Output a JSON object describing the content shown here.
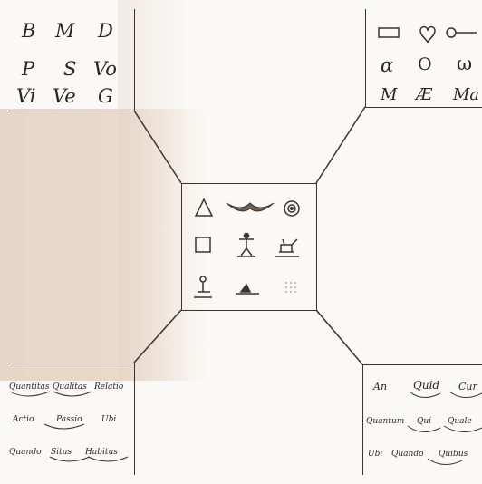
{
  "top_left": {
    "rows": [
      [
        "B",
        "M",
        "D"
      ],
      [
        "P",
        "S",
        "Vo"
      ],
      [
        "Vi",
        "Ve",
        "G"
      ]
    ]
  },
  "top_right": {
    "rows": [
      [
        "",
        "",
        ""
      ],
      [
        "α",
        "O",
        "ω"
      ],
      [
        "M",
        "Æ",
        "Ma"
      ]
    ]
  },
  "center": {
    "icons": [
      "triangle-icon",
      "winged-disc-icon",
      "concentric-circle-icon",
      "square-icon",
      "figure-icon",
      "animal-figure-icon",
      "vessel-icon",
      "small-figure-icon",
      "dots-icon"
    ]
  },
  "bottom_left": {
    "rows": [
      [
        "Quantitas",
        "Qualitas",
        "Relatio"
      ],
      [
        "Actio",
        "Passio",
        "Ubi"
      ],
      [
        "Quando",
        "Situs",
        "Habitus"
      ]
    ]
  },
  "bottom_right": {
    "rows": [
      [
        "An",
        "Quid",
        "Cur"
      ],
      [
        "Quantum",
        "Qui",
        "Quale"
      ],
      [
        "Ubi",
        "Quando",
        "Quibus"
      ]
    ]
  }
}
